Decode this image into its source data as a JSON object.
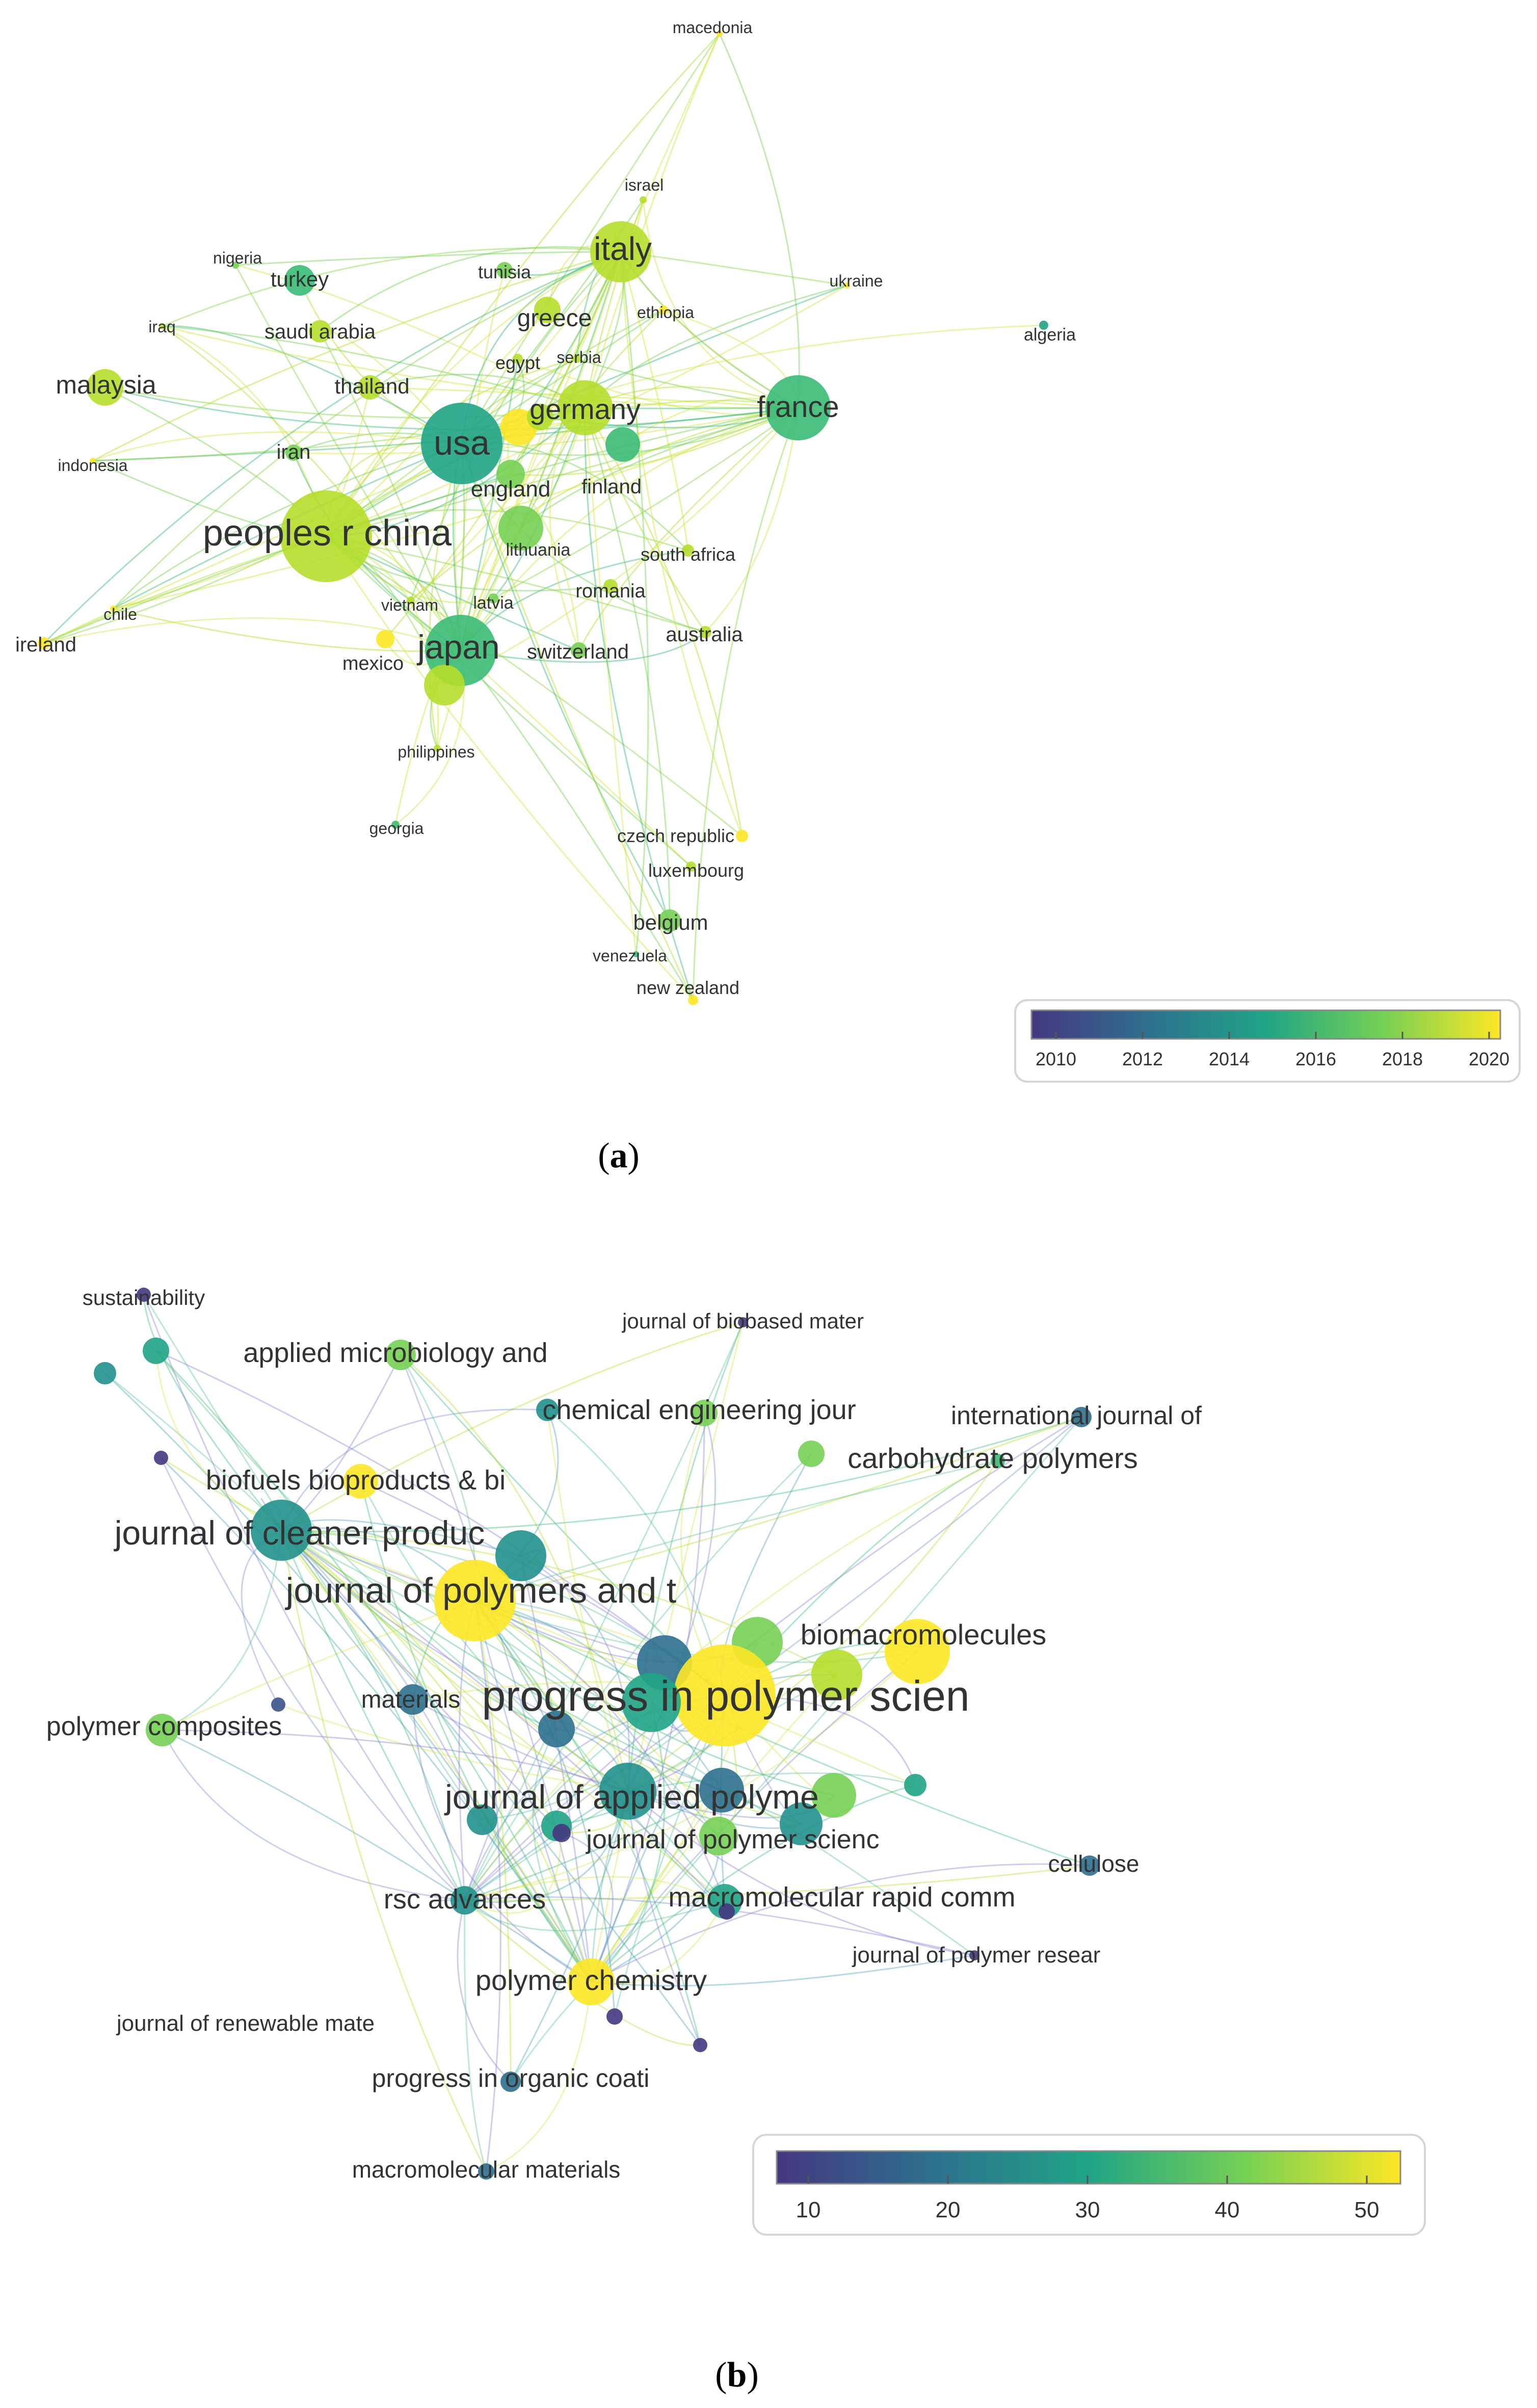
{
  "panel_a": {
    "caption_letter": "a",
    "labels": [
      "macedonia",
      "israel",
      "italy",
      "ukraine",
      "nigeria",
      "turkey",
      "tunisia",
      "ethiopia",
      "algeria",
      "iraq",
      "saudi arabia",
      "greece",
      "serbia",
      "egypt",
      "malaysia",
      "thailand",
      "germany",
      "france",
      "usa",
      "iran",
      "indonesia",
      "finland",
      "england",
      "peoples r china",
      "lithuania",
      "south africa",
      "romania",
      "chile",
      "vietnam",
      "latvia",
      "ireland",
      "australia",
      "mexico",
      "japan",
      "switzerland",
      "philippines",
      "georgia",
      "czech republic",
      "luxembourg",
      "belgium",
      "venezuela",
      "new zealand"
    ],
    "colorbar": {
      "ticks": [
        "2010",
        "2012",
        "2014",
        "2016",
        "2018",
        "2020"
      ],
      "colors": [
        "#453781",
        "#2d708e",
        "#20a486",
        "#75d054",
        "#fde725"
      ]
    }
  },
  "panel_b": {
    "caption_letter": "b",
    "labels": [
      "sustainability",
      "journal of biobased mater",
      "applied microbiology and",
      "chemical engineering jour",
      "international journal of",
      "carbohydrate polymers",
      "biofuels bioproducts & bi",
      "journal of cleaner produc",
      "journal of polymers and t",
      "biomacromolecules",
      "materials",
      "progress in polymer scien",
      "polymer composites",
      "journal of applied polyme",
      "journal of polymer scienc",
      "cellulose",
      "rsc advances",
      "macromolecular rapid comm",
      "journal of polymer resear",
      "polymer chemistry",
      "journal of renewable mate",
      "progress in organic coati",
      "macromolecular materials"
    ],
    "colorbar": {
      "ticks": [
        "10",
        "20",
        "30",
        "40",
        "50"
      ],
      "colors": [
        "#453781",
        "#2d708e",
        "#20a486",
        "#75d054",
        "#fde725"
      ]
    }
  }
}
